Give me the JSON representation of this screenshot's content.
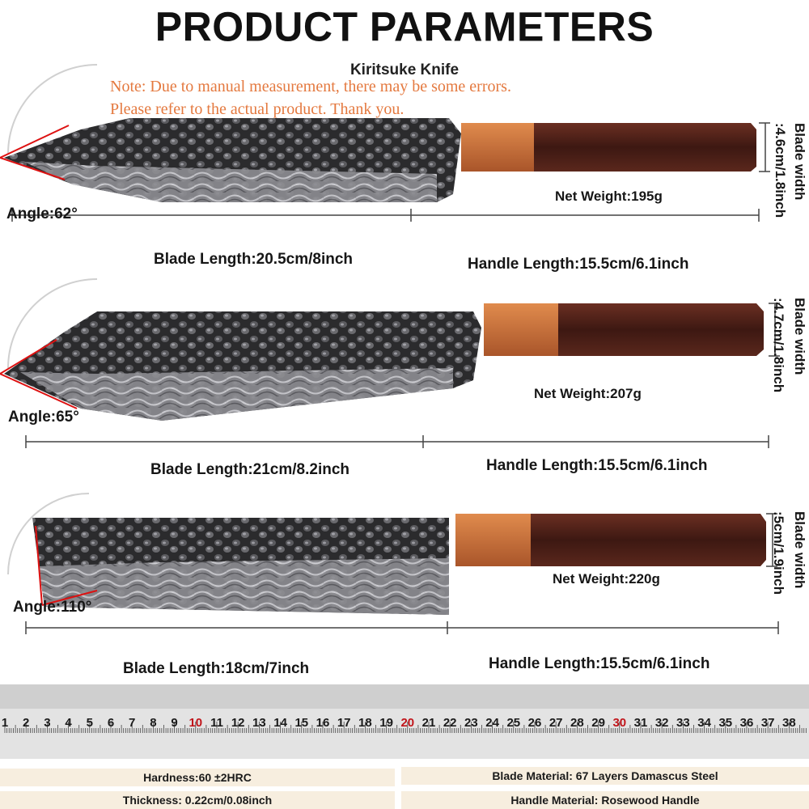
{
  "header": {
    "title": "PRODUCT PARAMETERS",
    "subtitle": "Kiritsuke Knife",
    "note_line1": "Note: Due to manual measurement, there may be some errors.",
    "note_line2": "Please refer to the actual product. Thank you."
  },
  "knives": [
    {
      "angle": "Angle:62°",
      "blade_length": "Blade Length:20.5cm/8inch",
      "handle_length": "Handle Length:15.5cm/6.1inch",
      "net_weight": "Net Weight:195g",
      "blade_width_title": "Blade width",
      "blade_width_value": ":4.6cm/1.8inch"
    },
    {
      "angle": "Angle:65°",
      "blade_length": "Blade Length:21cm/8.2inch",
      "handle_length": "Handle Length:15.5cm/6.1inch",
      "net_weight": "Net Weight:207g",
      "blade_width_title": "Blade width",
      "blade_width_value": ":4.7cm/1.8inch"
    },
    {
      "angle": "Angle:110°",
      "blade_length": "Blade Length:18cm/7inch",
      "handle_length": "Handle Length:15.5cm/6.1inch",
      "net_weight": "Net Weight:220g",
      "blade_width_title": "Blade width",
      "blade_width_value": ":5cm/1.9inch"
    }
  ],
  "ruler": {
    "numbers": [
      "1",
      "2",
      "3",
      "4",
      "5",
      "6",
      "7",
      "8",
      "9",
      "10",
      "11",
      "12",
      "13",
      "14",
      "15",
      "16",
      "17",
      "18",
      "19",
      "20",
      "21",
      "22",
      "23",
      "24",
      "25",
      "26",
      "27",
      "28",
      "29",
      "30",
      "31",
      "32",
      "33",
      "34",
      "35",
      "36",
      "37",
      "38"
    ],
    "highlight_numbers": [
      "10",
      "20",
      "30"
    ],
    "highlight_color": "#c0141a"
  },
  "specs": {
    "hardness": "Hardness:60 ±2HRC",
    "thickness": "Thickness: 0.22cm/0.08inch",
    "blade_material": "Blade Material: 67 Layers Damascus Steel",
    "handle_material": "Handle Material: Rosewood Handle"
  },
  "colors": {
    "note": "#e4793f",
    "spec_band": "#f7eedf",
    "handle_wood": "#4a1f18",
    "ferrule_wood": "#c8703a",
    "blade_steel": "#3a3a3c"
  }
}
